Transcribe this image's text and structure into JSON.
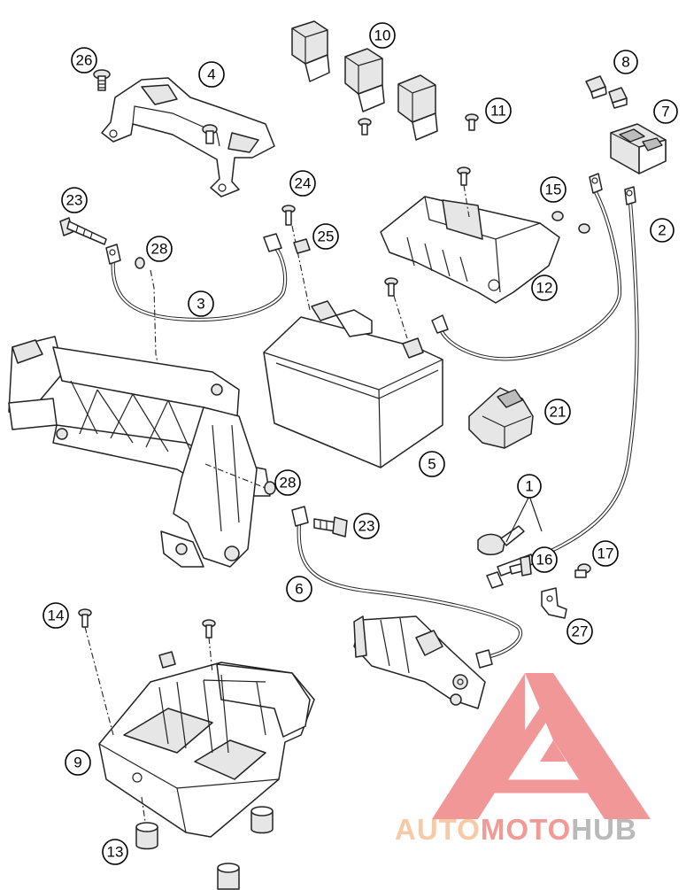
{
  "callouts": [
    {
      "id": "c1",
      "label": "1"
    },
    {
      "id": "c2",
      "label": "2"
    },
    {
      "id": "c3",
      "label": "3"
    },
    {
      "id": "c4",
      "label": "4"
    },
    {
      "id": "c5",
      "label": "5"
    },
    {
      "id": "c6",
      "label": "6"
    },
    {
      "id": "c7",
      "label": "7"
    },
    {
      "id": "c8",
      "label": "8"
    },
    {
      "id": "c9",
      "label": "9"
    },
    {
      "id": "c10",
      "label": "10"
    },
    {
      "id": "c11",
      "label": "11"
    },
    {
      "id": "c12",
      "label": "12"
    },
    {
      "id": "c13",
      "label": "13"
    },
    {
      "id": "c14",
      "label": "14"
    },
    {
      "id": "c15",
      "label": "15"
    },
    {
      "id": "c16",
      "label": "16"
    },
    {
      "id": "c17",
      "label": "17"
    },
    {
      "id": "c21",
      "label": "21"
    },
    {
      "id": "c23a",
      "label": "23"
    },
    {
      "id": "c23b",
      "label": "23"
    },
    {
      "id": "c24",
      "label": "24"
    },
    {
      "id": "c25",
      "label": "25"
    },
    {
      "id": "c26",
      "label": "26"
    },
    {
      "id": "c27",
      "label": "27"
    },
    {
      "id": "c28a",
      "label": "28"
    },
    {
      "id": "c28b",
      "label": "28"
    }
  ],
  "watermark": {
    "part1": "AUTO",
    "part2": "MOTO",
    "part3": "HUB",
    "color_auto": "#f7c9a4",
    "color_moto": "#f29a96",
    "color_hub": "#b9b9b9",
    "logo_color": "#f08c8c"
  }
}
